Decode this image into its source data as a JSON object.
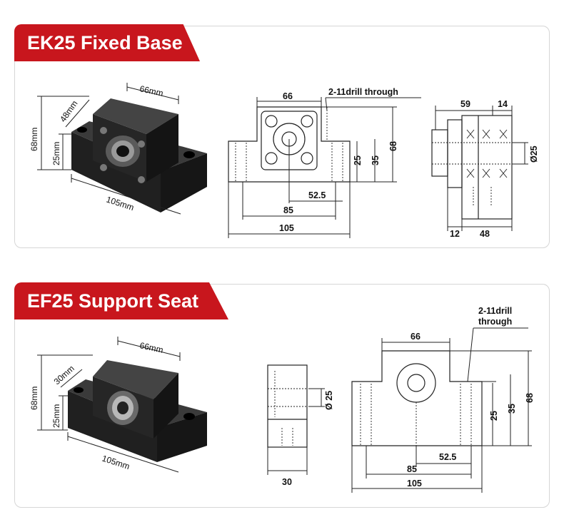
{
  "ek25": {
    "title": "EK25 Fixed Base",
    "photo_labels": {
      "width": "66mm",
      "depth": "48mm",
      "height": "68mm",
      "center": "25mm",
      "length": "105mm"
    },
    "front_labels": {
      "top_width": "66",
      "drill_note": "2-11drill through",
      "h_center": "25",
      "h_mid": "35",
      "h_total": "68",
      "hole_offset": "52.5",
      "hole_spacing": "85",
      "total_length": "105"
    },
    "side_labels": {
      "top_a": "59",
      "top_b": "14",
      "bore": "Ø25",
      "bottom_a": "12",
      "bottom_b": "48"
    }
  },
  "ef25": {
    "title": "EF25 Support Seat",
    "photo_labels": {
      "width": "66mm",
      "depth": "30mm",
      "height": "68mm",
      "center": "25mm",
      "length": "105mm"
    },
    "side_labels": {
      "bore": "Ø 25",
      "width": "30"
    },
    "front_labels": {
      "drill_note_line1": "2-11drill",
      "drill_note_line2": "through",
      "top_width": "66",
      "h_center": "25",
      "h_mid": "35",
      "h_total": "68",
      "hole_offset": "52.5",
      "hole_spacing": "85",
      "total_length": "105"
    }
  },
  "colors": {
    "banner_red": "#c8161d",
    "block_black": "#1c1c1c"
  }
}
